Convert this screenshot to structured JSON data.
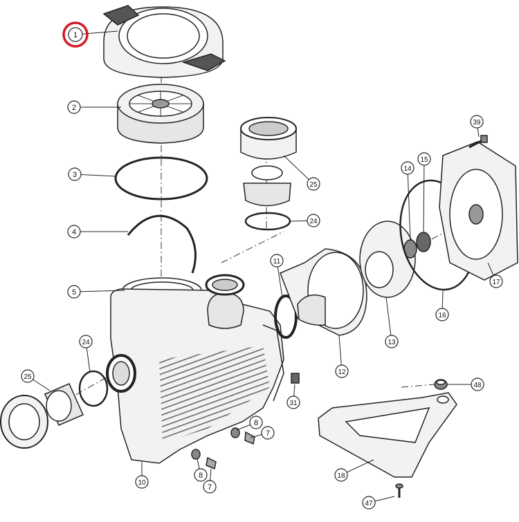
{
  "diagram": {
    "callouts": [
      {
        "label": "1",
        "highlighted": true
      },
      {
        "label": "2"
      },
      {
        "label": "3"
      },
      {
        "label": "4"
      },
      {
        "label": "5"
      },
      {
        "label": "39"
      },
      {
        "label": "25"
      },
      {
        "label": "24"
      },
      {
        "label": "14"
      },
      {
        "label": "15"
      },
      {
        "label": "11"
      },
      {
        "label": "17"
      },
      {
        "label": "16"
      },
      {
        "label": "13"
      },
      {
        "label": "12"
      },
      {
        "label": "24"
      },
      {
        "label": "25"
      },
      {
        "label": "31"
      },
      {
        "label": "48"
      },
      {
        "label": "8"
      },
      {
        "label": "7"
      },
      {
        "label": "8"
      },
      {
        "label": "7"
      },
      {
        "label": "10"
      },
      {
        "label": "18"
      },
      {
        "label": "47"
      }
    ],
    "highlight_color": "#d01c24",
    "line_color": "#222222",
    "part_fill": "#f2f2f2"
  }
}
